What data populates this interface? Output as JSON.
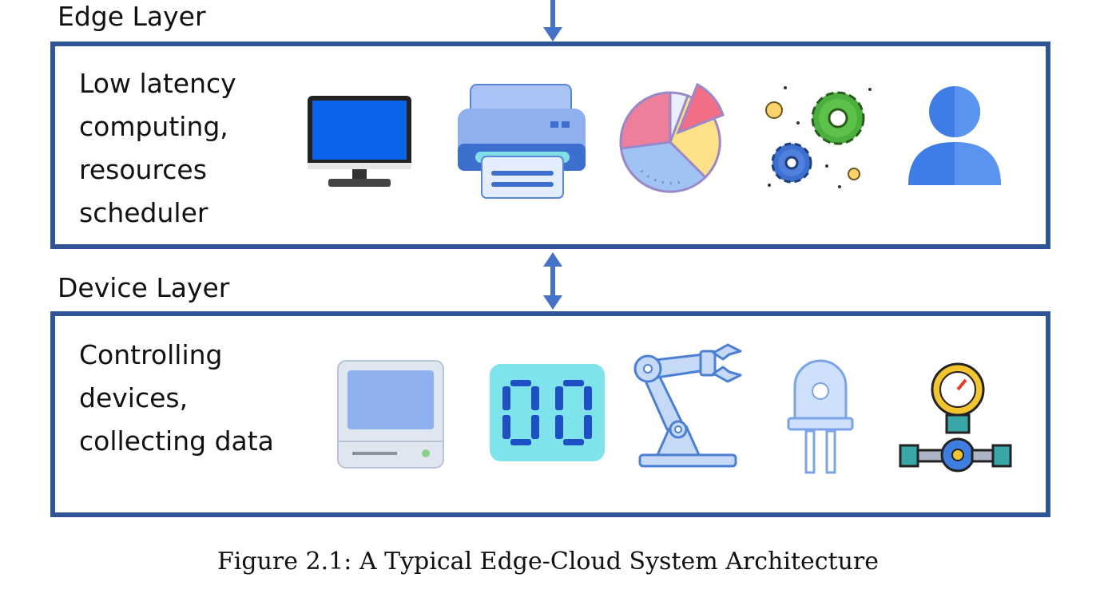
{
  "edge_layer": {
    "title": "Edge Layer",
    "description": "Low latency\ncomputing,\nresources\nscheduler",
    "icons": [
      "monitor-icon",
      "printer-icon",
      "pie-chart-icon",
      "gears-icon",
      "user-icon"
    ]
  },
  "device_layer": {
    "title": "Device Layer",
    "description": "Controlling\ndevices,\ncollecting data",
    "icons": [
      "computer-icon",
      "digital-display-icon",
      "robot-arm-icon",
      "led-icon",
      "pressure-gauge-icon"
    ]
  },
  "caption": "Figure 2.1: A Typical Edge-Cloud System Architecture",
  "colors": {
    "border": "#2f5597",
    "arrow": "#4472c4"
  }
}
